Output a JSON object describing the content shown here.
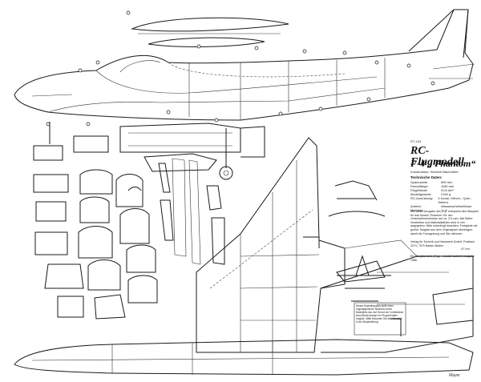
{
  "sheet_number": "RT-183",
  "title": {
    "line1": "RC-Flugmodell",
    "line2": "F-4 „ Phantom“"
  },
  "constructor_line": "Konstruktion: Heinrich Baumhöfer",
  "specs_heading": "Technische Daten:",
  "specs": [
    {
      "label": "Spannweite:",
      "value": "690 mm"
    },
    {
      "label": "Rumpflänge:",
      "value": "1180 mm"
    },
    {
      "label": "Flügelinhalt:",
      "value": "20,6 dm²"
    },
    {
      "label": "Modellgewicht:",
      "value": "2150 g"
    },
    {
      "label": "RC-Ausrüstung:",
      "value": "4 Kanal, Höhen-, Quer-, Seitenr."
    },
    {
      "label": "Antrieb:",
      "value": "Wasserschiebe/Motor"
    },
    {
      "label": "Maßstab:",
      "value": "1 : 1"
    }
  ],
  "notes": "Der neuer Ausgabe des „Fly\" entspricht dem Bauplan für das Modell „Phantom\" für den Umschaltmotorenbau auf ca. 2,5 ccm. Alle Maße Verstellbar und Materialstärken sind in mm angegeben. Bitte unbedingt beachten: Fertigteile mit großer Sorgfalt aus dem Originalplan übertragen, damit die Formgebung und Sitz stimmen.",
  "publisher": "Verlag für Technik und Handwerk GmbH, Postfach 2274, 7570 Baden-Baden",
  "reference": "Ein Bauplan zum „Flug + modell-technik\" Ausgabe 1986",
  "bottom_note": "Dieser Modellbauplan stellt einen originalgetreuen Nachbau eines Modelljets dar. Auf Grund der Vorbildtreue sind Abweichungen im Flugverhalten möglich. Bitte beachten Sie die Hinweise in der Bauanleitung.",
  "dimension_label": "47 cm",
  "signature": "Mayer"
}
